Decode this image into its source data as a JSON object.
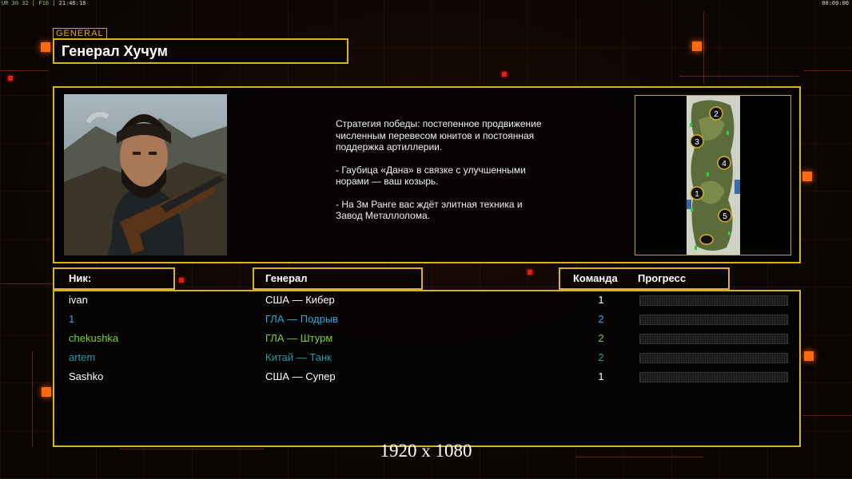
{
  "hud": {
    "stats": "UR 30 32 [ F10 ]",
    "clock": "21:46:18",
    "timer": "00:00:00"
  },
  "header": {
    "tag": "GENERAL",
    "general_name": "Генерал Хучум"
  },
  "description": {
    "strategy": "Стратегия победы: постепенное продвижение численным перевесом юнитов и постоянная поддержка артиллерии.",
    "tip1": "- Гаубица «Дана» в связке с улучшенными норами — ваш козырь.",
    "tip2": "- На 3м Ранге вас ждёт элитная техника и Завод Металлолома."
  },
  "minimap": {
    "start_positions": [
      "2",
      "3",
      "4",
      "1",
      "5"
    ]
  },
  "columns": {
    "nick": "Ник:",
    "general": "Генерал",
    "team": "Команда",
    "progress": "Прогресс"
  },
  "players": [
    {
      "nick": "ivan",
      "general": "США — Кибер",
      "team": "1",
      "color": "#ffffff"
    },
    {
      "nick": "1",
      "general": "ГЛА — Подрыв",
      "team": "2",
      "color": "#29a9e0"
    },
    {
      "nick": "chekushka",
      "general": "ГЛА — Штурм",
      "team": "2",
      "color": "#7ed321"
    },
    {
      "nick": "artem",
      "general": "Китай — Танк",
      "team": "2",
      "color": "#1e9ca8"
    },
    {
      "nick": "Sashko",
      "general": "США — Супер",
      "team": "1",
      "color": "#ffffff"
    }
  ],
  "resolution_label": "1920 x 1080",
  "colors": {
    "frame": "#d7b41a",
    "accent": "#ff6a10"
  }
}
